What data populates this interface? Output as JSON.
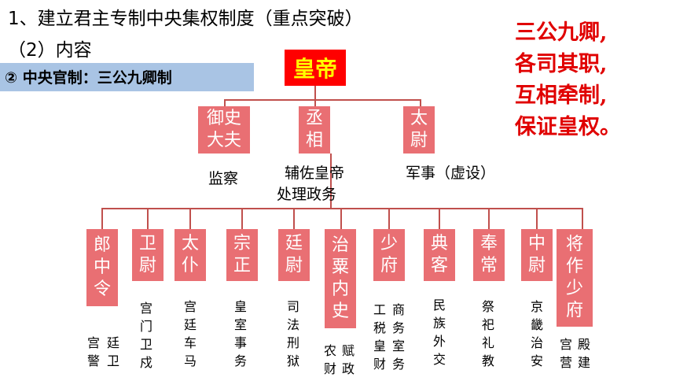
{
  "heading": {
    "title": "1、建立君主专制中央集权制度（重点突破）",
    "subtitle": "（2）内容",
    "section": "② 中央官制：三公九卿制"
  },
  "emperor": "皇帝",
  "slogan": [
    "三公九卿,",
    "各司其职,",
    "互相牵制,",
    "保证皇权。"
  ],
  "three_excellencies": [
    {
      "name": [
        "御史",
        "大夫"
      ],
      "duty": "监察"
    },
    {
      "name": [
        "丞",
        "相"
      ],
      "duty_lines": [
        "辅佐皇帝",
        "处理政务"
      ]
    },
    {
      "name": [
        "太",
        "尉"
      ],
      "duty": "军事（虚设）"
    }
  ],
  "nine_ministers": [
    {
      "name": [
        "郎",
        "中",
        "令"
      ],
      "duty_cols": [
        "廷卫",
        "宫警"
      ]
    },
    {
      "name": [
        "卫",
        "尉"
      ],
      "duty_cols": [
        "宫门卫戍"
      ]
    },
    {
      "name": [
        "太",
        "仆"
      ],
      "duty_cols": [
        "宫廷车马"
      ]
    },
    {
      "name": [
        "宗",
        "正"
      ],
      "duty_cols": [
        "皇室事务"
      ]
    },
    {
      "name": [
        "廷",
        "尉"
      ],
      "duty_cols": [
        "司法刑狱"
      ]
    },
    {
      "name": [
        "治",
        "粟",
        "内",
        "史"
      ],
      "duty_cols": [
        "农财",
        "赋政"
      ]
    },
    {
      "name": [
        "少",
        "府"
      ],
      "duty_cols": [
        "工税皇财",
        "商务室务"
      ]
    },
    {
      "name": [
        "典",
        "客"
      ],
      "duty_cols": [
        "民族外交"
      ]
    },
    {
      "name": [
        "奉",
        "常"
      ],
      "duty_cols": [
        "祭祀礼教"
      ]
    },
    {
      "name": [
        "中",
        "尉"
      ],
      "duty_cols": [
        "京畿治安"
      ]
    },
    {
      "name": [
        "将",
        "作",
        "少",
        "府"
      ],
      "duty_cols": [
        "宫营",
        "殿建"
      ]
    }
  ],
  "colors": {
    "box": "#e96f73",
    "emperor_bg": "#ff0000",
    "emperor_text": "#ffff00",
    "slogan": "#e00000",
    "section_bg": "#a9c4e4",
    "connector": "#c0504d"
  }
}
